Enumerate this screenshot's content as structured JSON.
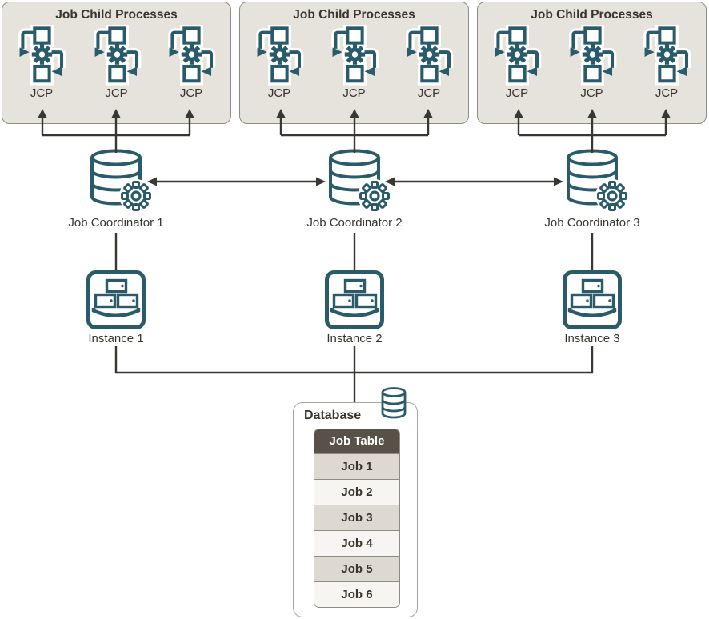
{
  "groups": [
    {
      "title": "Job Child Processes",
      "jcp_labels": [
        "JCP",
        "JCP",
        "JCP"
      ]
    },
    {
      "title": "Job Child Processes",
      "jcp_labels": [
        "JCP",
        "JCP",
        "JCP"
      ]
    },
    {
      "title": "Job Child Processes",
      "jcp_labels": [
        "JCP",
        "JCP",
        "JCP"
      ]
    }
  ],
  "coordinators": [
    "Job Coordinator 1",
    "Job Coordinator 2",
    "Job Coordinator 3"
  ],
  "instances": [
    "Instance 1",
    "Instance 2",
    "Instance 3"
  ],
  "database": {
    "label": "Database",
    "table": {
      "header": "Job Table",
      "rows": [
        "Job 1",
        "Job 2",
        "Job 3",
        "Job 4",
        "Job 5",
        "Job 6"
      ]
    }
  },
  "icons": {
    "jcp": "gear-process-loop-icon",
    "coordinator": "database-gear-icon",
    "instance": "instance-trays-icon",
    "database": "database-cylinder-icon"
  },
  "colors": {
    "teal": "#2a5b6a",
    "ink": "#39332d",
    "line": "#3a3631",
    "group_fill": "#e6e2dc",
    "group_border": "#8f8c86",
    "db_border": "#a8a49e",
    "table_border": "#8e8b85",
    "header_fill": "#585148",
    "header_text": "#ffffff",
    "row_dark": "#ddd9d1",
    "row_light": "#f6f5f1"
  }
}
